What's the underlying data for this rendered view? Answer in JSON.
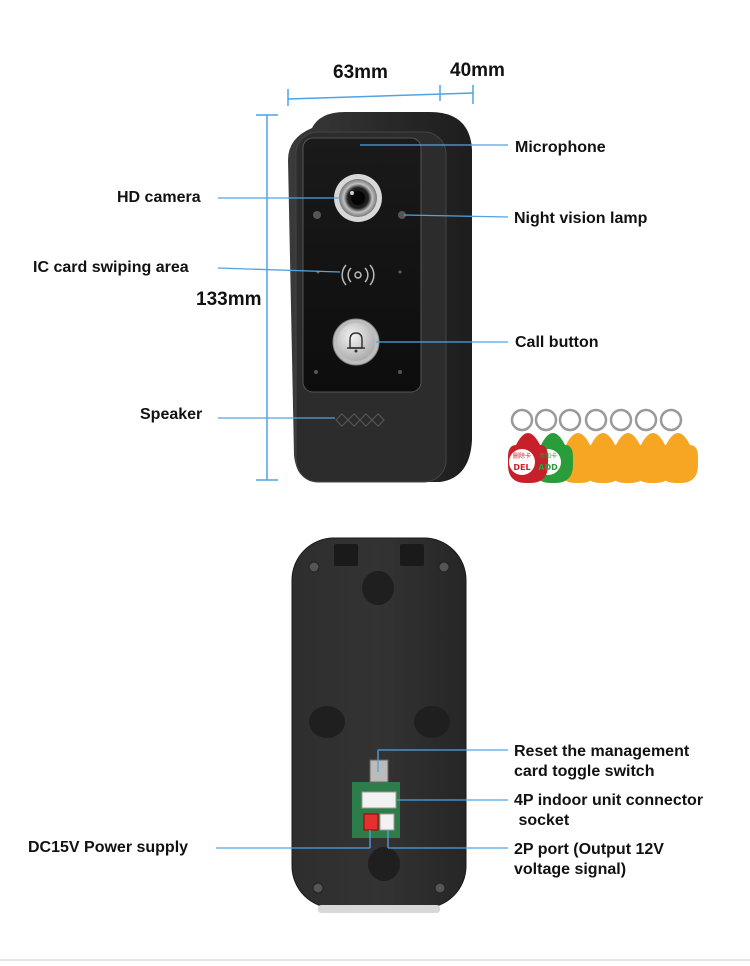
{
  "dimensions": {
    "width": "63mm",
    "depth": "40mm",
    "height": "133mm"
  },
  "front_labels": {
    "microphone": "Microphone",
    "hd_camera": "HD camera",
    "night_vision_lamp": "Night vision lamp",
    "ic_card_area": "IC card swiping area",
    "call_button": "Call button",
    "speaker": "Speaker"
  },
  "keyfobs": {
    "del_cn": "删除卡",
    "del": "DEL",
    "add_cn": "添加卡",
    "add": "ADD"
  },
  "back_labels": {
    "reset_line1": "Reset the management",
    "reset_line2": "card toggle switch",
    "connector_line1": "4P indoor unit connector",
    "connector_line2": " socket",
    "power": "DC15V Power supply",
    "port_line1": "2P port (Output 12V",
    "port_line2": "voltage signal)"
  },
  "colors": {
    "accent_line": "#4fa3e3",
    "device_body": "#2b2b2b",
    "tag_red": "#c8202a",
    "tag_green": "#2a9c3a",
    "tag_yellow": "#f6a623"
  }
}
